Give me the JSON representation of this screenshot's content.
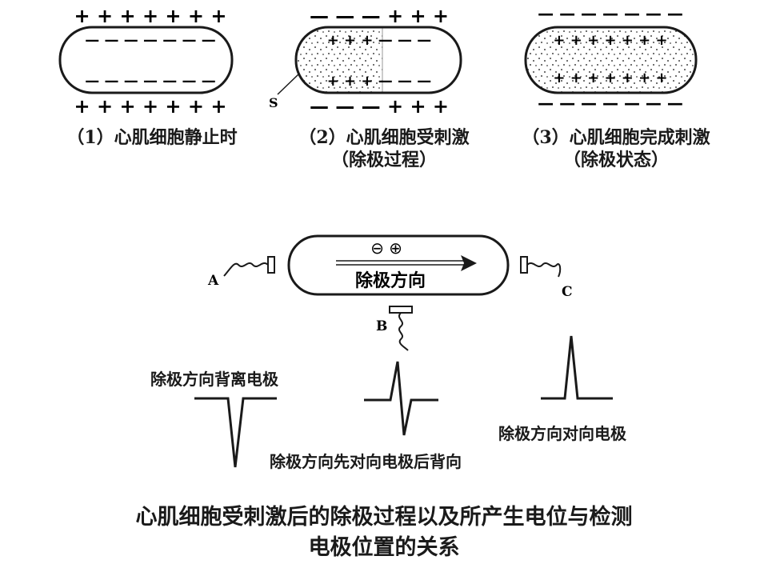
{
  "panels": [
    {
      "id": "resting",
      "caption_line1": "（1）心肌细胞静止时",
      "caption_line2": "",
      "top_signs": "+ + + + + + +",
      "inner_top_signs": "— — — — — — —",
      "inner_bottom_signs": "— — — — — — —",
      "bottom_signs": "+ + + + + + +"
    },
    {
      "id": "depolarizing",
      "caption_line1": "（2）心肌细胞受刺激",
      "caption_line2": "（除极过程）",
      "top_signs": "— — — + + +",
      "inner_top_signs": "+ + +  — — —",
      "inner_bottom_signs": "+ + +  — — —",
      "bottom_signs": "— — — + + +",
      "stimulus_label": "S"
    },
    {
      "id": "depolarized",
      "caption_line1": "（3）心肌细胞完成刺激",
      "caption_line2": "（除极状态）",
      "top_signs": "— — — — — — —",
      "inner_top_signs": "+ + + + + + +",
      "inner_bottom_signs": "+ + + + + + +",
      "bottom_signs": "— — — — — — —"
    }
  ],
  "middle": {
    "cell_symbols": "⊖  ⊕",
    "direction_label": "除极方向",
    "electrode_a": "A",
    "electrode_b": "B",
    "electrode_c": "C"
  },
  "waveforms": {
    "away_label": "除极方向背离电极",
    "biphasic_label": "除极方向先对向电极后背向",
    "toward_label": "除极方向对向电极"
  },
  "caption": {
    "line1": "心肌细胞受刺激后的除极过程以及所产生电位与检测",
    "line2": "电极位置的关系"
  }
}
